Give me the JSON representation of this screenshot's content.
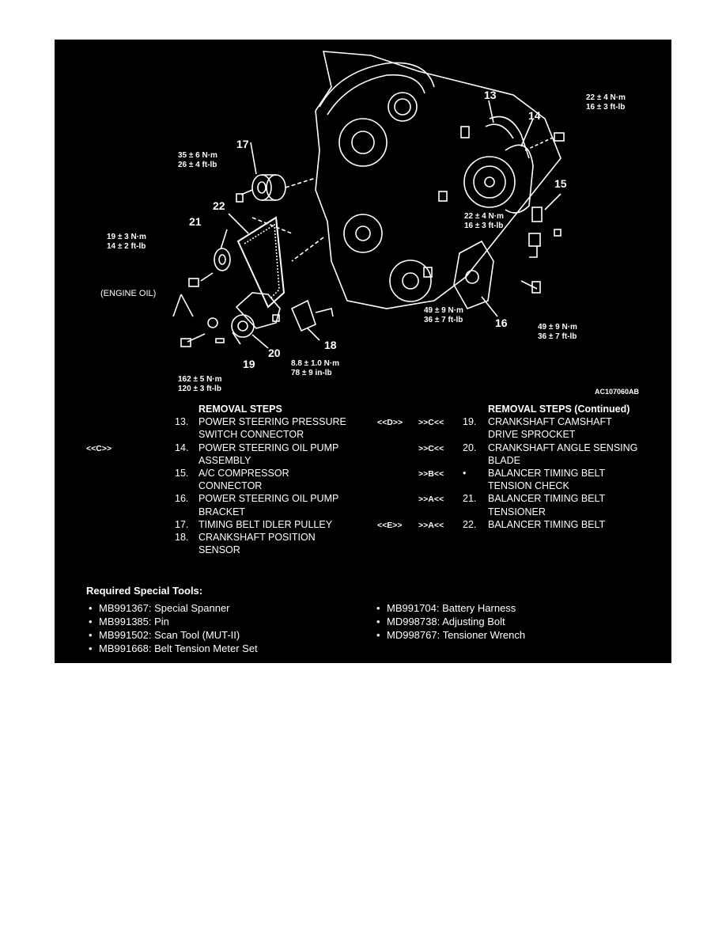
{
  "diagram": {
    "callouts": {
      "c13": "13",
      "c14": "14",
      "c15": "15",
      "c16": "16",
      "c17": "17",
      "c18": "18",
      "c19": "19",
      "c20": "20",
      "c21": "21",
      "c22": "22"
    },
    "torque": {
      "t_top_right": [
        "22 ± 4 N·m",
        "16 ± 3 ft-lb"
      ],
      "t_17": [
        "35 ± 6 N·m",
        "26 ± 4 ft-lb"
      ],
      "t_mid": [
        "22 ± 4 N·m",
        "16 ± 3 ft-lb"
      ],
      "t_21": [
        "19 ± 3 N·m",
        "14 ± 2 ft-lb"
      ],
      "t_16a": [
        "49 ± 9 N·m",
        "36 ± 7 ft-lb"
      ],
      "t_16b": [
        "49 ± 9 N·m",
        "36 ± 7 ft-lb"
      ],
      "t_18": [
        "8.8 ± 1.0 N·m",
        "78 ± 9 in-lb"
      ],
      "t_19": [
        "162 ± 5 N·m",
        "120 ± 3 ft-lb"
      ]
    },
    "engine_oil": "(ENGINE OIL)",
    "figure_id": "AC107060AB"
  },
  "removal_steps": {
    "title": "REMOVAL STEPS",
    "title_continued": "REMOVAL STEPS (Continued)",
    "left": [
      {
        "mark1": "",
        "mark2": "",
        "num": "13.",
        "lines": [
          "POWER STEERING PRESSURE",
          "SWITCH CONNECTOR"
        ]
      },
      {
        "mark1": "<<C>>",
        "mark2": "",
        "num": "14.",
        "lines": [
          "POWER STEERING OIL PUMP",
          "ASSEMBLY"
        ]
      },
      {
        "mark1": "",
        "mark2": "",
        "num": "15.",
        "lines": [
          "A/C COMPRESSOR",
          "CONNECTOR"
        ]
      },
      {
        "mark1": "",
        "mark2": "",
        "num": "16.",
        "lines": [
          "POWER STEERING OIL PUMP",
          "BRACKET"
        ]
      },
      {
        "mark1": "",
        "mark2": "",
        "num": "17.",
        "lines": [
          "TIMING BELT IDLER PULLEY"
        ]
      },
      {
        "mark1": "",
        "mark2": "",
        "num": "18.",
        "lines": [
          "CRANKSHAFT POSITION",
          "SENSOR"
        ]
      }
    ],
    "right": [
      {
        "mark1": "<<D>>",
        "mark2": ">>C<<",
        "num": "19.",
        "lines": [
          "CRANKSHAFT CAMSHAFT",
          "DRIVE SPROCKET"
        ]
      },
      {
        "mark1": "",
        "mark2": ">>C<<",
        "num": "20.",
        "lines": [
          "CRANKSHAFT ANGLE SENSING",
          "BLADE"
        ]
      },
      {
        "mark1": "",
        "mark2": ">>B<<",
        "num": "•",
        "lines": [
          "BALANCER TIMING BELT",
          "TENSION CHECK"
        ]
      },
      {
        "mark1": "",
        "mark2": ">>A<<",
        "num": "21.",
        "lines": [
          "BALANCER TIMING BELT",
          "TENSIONER"
        ]
      },
      {
        "mark1": "<<E>>",
        "mark2": ">>A<<",
        "num": "22.",
        "lines": [
          "BALANCER TIMING BELT"
        ]
      }
    ]
  },
  "special_tools": {
    "title": "Required Special Tools:",
    "left": [
      "MB991367: Special Spanner",
      "MB991385: Pin",
      "MB991502: Scan Tool (MUT-II)",
      "MB991668: Belt Tension Meter Set"
    ],
    "right": [
      "MB991704: Battery Harness",
      "MD998738: Adjusting Bolt",
      "MD998767: Tensioner Wrench"
    ]
  }
}
